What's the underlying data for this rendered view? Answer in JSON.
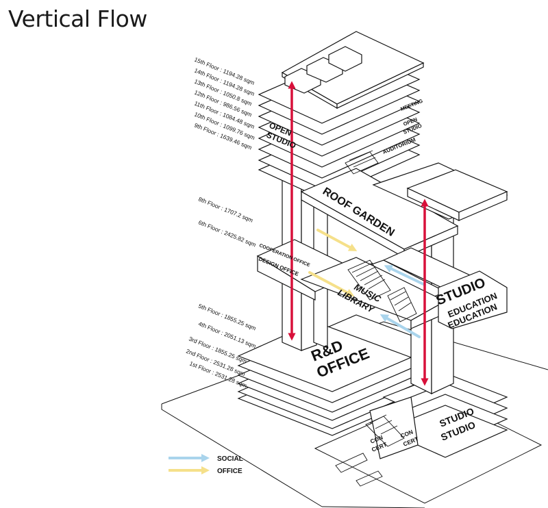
{
  "title": "Vertical Flow",
  "floor_labels": {
    "f15": "15th Floor : 1194.28 sqm",
    "f14": "14th Floor : 1194.28 sqm",
    "f13": "13th Floor : 1050.8 sqm",
    "f12": "12th Floor : 986.56 sqm",
    "f11": "11th Floor : 1084.48 sqm",
    "f10": "10th Floor : 1099.76 sqm",
    "f9": "9th Floor : 1639.46 sqm",
    "f8": "8th Floor : 1707.2 sqm",
    "f6": "6th Floor : 2425.82 sqm",
    "f5": "5th Floor : 1855.25 sqm",
    "f4": "4th Floor : 2051.13 sqm",
    "f3": "3rd Floor : 1855.25 sqm",
    "f2": "2nd Floor : 2531.28 sqm",
    "f1": "1st Floor : 2531.28 sqm"
  },
  "zones": {
    "open_studio_1": "OPEN",
    "open_studio_2": "STUDIO",
    "meeting": "MEETING",
    "open_studio_small_1": "OPEN",
    "open_studio_small_2": "STUDIO",
    "auditorium": "AUDITORIUM",
    "roof_garden": "ROOF GARDEN",
    "cooperation_office": "COOPERATION OFFICE",
    "design_office": "DESIGN OFFICE",
    "music_library_1": "MUSIC",
    "music_library_2": "LIBRARY",
    "studio_upper": "STUDIO",
    "education_1": "EDUCATION",
    "education_2": "EDUCATION",
    "rd_office_1": "R&D",
    "rd_office_2": "OFFICE",
    "studio_lower_1": "STUDIO",
    "studio_lower_2": "STUDIO",
    "concert_a_1": "CON",
    "concert_a_2": "CERT",
    "concert_b_1": "CON",
    "concert_b_2": "CERT"
  },
  "legend": {
    "social": "SOCIAL",
    "office": "OFFICE"
  },
  "colors": {
    "vertical_flow": "#d8103a",
    "social": "#a9d4ec",
    "office": "#f5e08a",
    "line": "#111111"
  }
}
